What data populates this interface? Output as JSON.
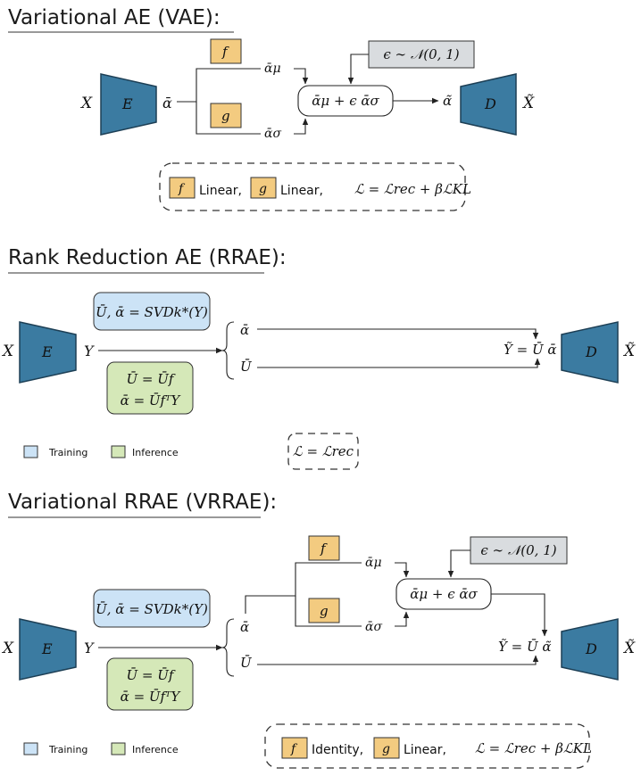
{
  "vae": {
    "title": "Variational AE (VAE):",
    "input": "X",
    "encoder": "E",
    "latent": "ᾱ",
    "f_label": "f",
    "g_label": "g",
    "mu": "ᾱμ",
    "sigma": "ᾱσ",
    "eps": "ϵ ∼ 𝒩(0, 1)",
    "sum": "ᾱμ + ϵ ᾱσ",
    "sampled": "α̃",
    "decoder": "D",
    "output": "X̃",
    "legend_f": "Linear,",
    "legend_g": "Linear,",
    "loss": "ℒ = ℒrec + βℒKL"
  },
  "rrae": {
    "title": "Rank Reduction AE (RRAE):",
    "input": "X",
    "encoder": "E",
    "y": "Y",
    "train_eq": "Ū, ᾱ = SVDk*(Y)",
    "inf_eq1": "Ū = Ūf",
    "inf_eq2": "ᾱ = ŪfᵀY",
    "alpha": "ᾱ",
    "u": "Ū",
    "recon": "Ỹ = Ū ᾱ",
    "decoder": "D",
    "output": "X̃",
    "legend_training": "Training",
    "legend_inference": "Inference",
    "loss": "ℒ = ℒrec"
  },
  "vrrae": {
    "title": "Variational RRAE (VRRAE):",
    "input": "X",
    "encoder": "E",
    "y": "Y",
    "train_eq": "Ū, ᾱ = SVDk*(Y)",
    "inf_eq1": "Ū = Ūf",
    "inf_eq2": "ᾱ = ŪfᵀY",
    "alpha": "ᾱ",
    "u": "Ū",
    "f_label": "f",
    "g_label": "g",
    "mu": "ᾱμ",
    "sigma": "ᾱσ",
    "eps": "ϵ ∼ 𝒩(0, 1)",
    "sum": "ᾱμ + ϵ ᾱσ",
    "recon": "Ỹ = Ū α̃",
    "decoder": "D",
    "output": "X̃",
    "legend_training": "Training",
    "legend_inference": "Inference",
    "legend_f": "Identity,",
    "legend_g": "Linear,",
    "loss": "ℒ = ℒrec + βℒKL"
  },
  "colors": {
    "encoder": "#3b7ba1",
    "function_box": "#f3cb80",
    "noise_box": "#d9dcdf",
    "training": "#cce3f6",
    "inference": "#d5e8b8"
  }
}
